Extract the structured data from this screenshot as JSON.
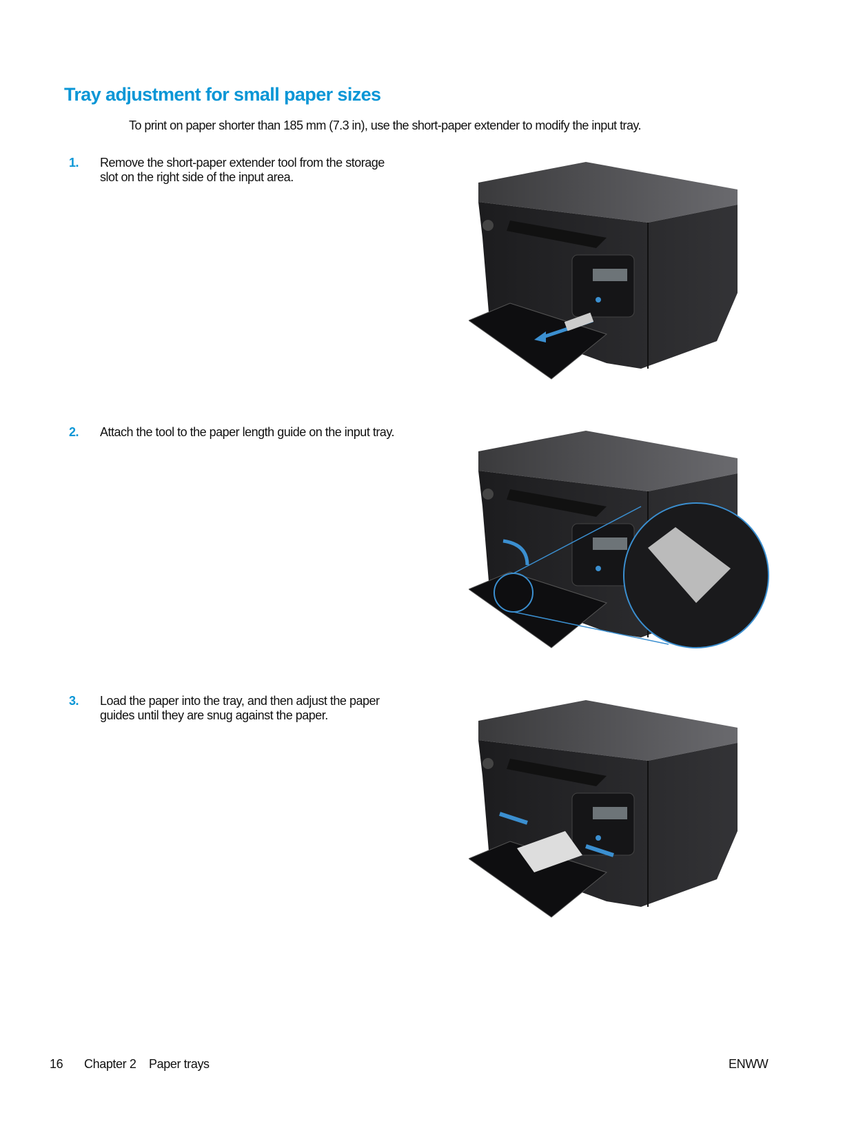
{
  "title": "Tray adjustment for small paper sizes",
  "intro": "To print on paper shorter than 185 mm (7.3 in), use the short-paper extender to modify the input tray.",
  "steps": [
    {
      "number": "1.",
      "text": "Remove the short-paper extender tool from the storage slot on the right side of the input area."
    },
    {
      "number": "2.",
      "text": "Attach the tool to the paper length guide on the input tray."
    },
    {
      "number": "3.",
      "text": "Load the paper into the tray, and then adjust the paper guides until they are snug against the paper."
    }
  ],
  "footer": {
    "page": "16",
    "chapter": "Chapter 2",
    "section": "Paper trays",
    "locale": "ENWW"
  },
  "colors": {
    "accent": "#0a96d6",
    "arrow": "#3b8fd0"
  }
}
